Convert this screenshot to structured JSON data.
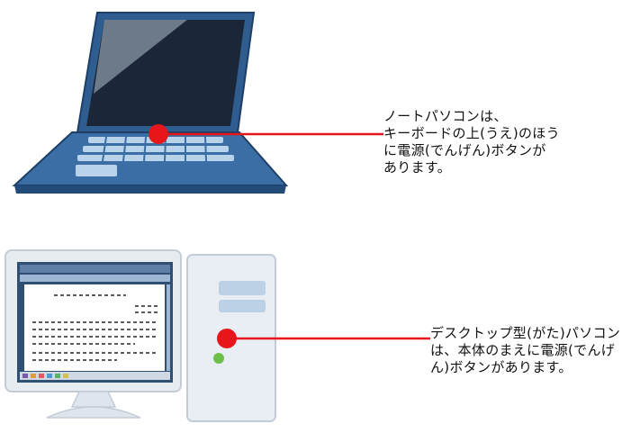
{
  "laptop": {
    "icon": "laptop-icon",
    "power_marker_color": "#e6161b",
    "caption_lines": [
      "ノートパソコンは、",
      "キーボードの上(うえ)のほう",
      "に電源(でんげん)ボタンが",
      "あります。"
    ]
  },
  "desktop": {
    "icon": "desktop-pc-icon",
    "power_marker_color": "#e6161b",
    "caption_lines": [
      "デスクトップ型(がた)パソコン",
      "は、本体のまえに電源(でんげ",
      "ん)ボタンがあります。"
    ]
  }
}
